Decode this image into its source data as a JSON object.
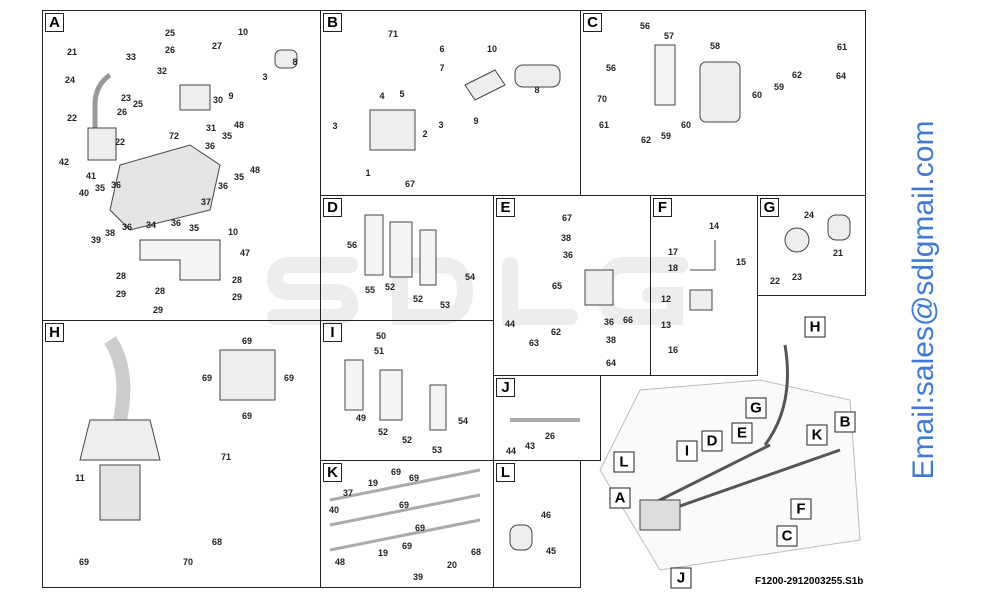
{
  "watermark": "SDLG",
  "email_watermark": "Email:sales@sdlgmail.com",
  "footer_code": "F1200-2912003255.S1b",
  "panels": {
    "A": {
      "label": "A",
      "callouts": [
        "21",
        "25",
        "27",
        "10",
        "26",
        "33",
        "32",
        "8",
        "3",
        "9",
        "24",
        "23",
        "30",
        "22",
        "26",
        "25",
        "31",
        "72",
        "48",
        "42",
        "22",
        "35",
        "36",
        "41",
        "36",
        "35",
        "48",
        "40",
        "35",
        "36",
        "37",
        "34",
        "36",
        "35",
        "39",
        "38",
        "36",
        "10",
        "47",
        "28",
        "28",
        "29",
        "28",
        "29",
        "29"
      ]
    },
    "B": {
      "label": "B",
      "callouts": [
        "71",
        "6",
        "10",
        "7",
        "4",
        "5",
        "8",
        "3",
        "2",
        "3",
        "9",
        "1",
        "67"
      ]
    },
    "C": {
      "label": "C",
      "callouts": [
        "56",
        "57",
        "58",
        "61",
        "56",
        "62",
        "64",
        "70",
        "59",
        "60",
        "61",
        "62",
        "59",
        "60"
      ]
    },
    "D": {
      "label": "D",
      "callouts": [
        "56",
        "55",
        "52",
        "52",
        "53",
        "54"
      ]
    },
    "E": {
      "label": "E",
      "callouts": [
        "67",
        "38",
        "36",
        "65",
        "44",
        "63",
        "62",
        "36",
        "66",
        "38",
        "64"
      ]
    },
    "F": {
      "label": "F",
      "callouts": [
        "14",
        "17",
        "15",
        "18",
        "12",
        "13",
        "16"
      ]
    },
    "G": {
      "label": "G",
      "callouts": [
        "24",
        "22",
        "23",
        "21"
      ]
    },
    "H": {
      "label": "H",
      "callouts": [
        "69",
        "69",
        "69",
        "69",
        "71",
        "11",
        "68",
        "69",
        "70"
      ]
    },
    "I": {
      "label": "I",
      "callouts": [
        "50",
        "51",
        "49",
        "52",
        "52",
        "53",
        "54"
      ]
    },
    "J": {
      "label": "J",
      "callouts": [
        "44",
        "43",
        "26"
      ]
    },
    "K": {
      "label": "K",
      "callouts": [
        "69",
        "69",
        "37",
        "19",
        "40",
        "69",
        "69",
        "48",
        "19",
        "69",
        "20",
        "39",
        "68"
      ]
    },
    "L": {
      "label": "L",
      "callouts": [
        "46",
        "45"
      ]
    }
  },
  "overview_callouts": [
    "H",
    "B",
    "G",
    "K",
    "E",
    "D",
    "I",
    "L",
    "A",
    "F",
    "C",
    "J"
  ]
}
